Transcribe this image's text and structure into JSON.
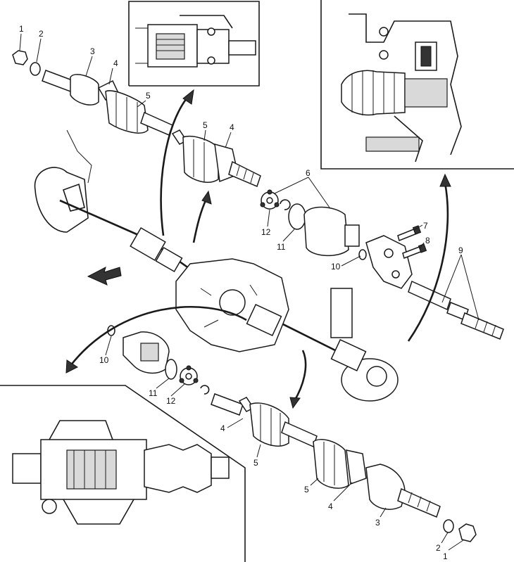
{
  "labels": {
    "l1": "1",
    "l2": "2",
    "l3": "3",
    "l4": "4",
    "l5": "5",
    "l6": "6",
    "l7": "7",
    "l8": "8",
    "l9": "9",
    "l10": "10",
    "l11": "11",
    "l12": "12"
  },
  "colors": {
    "ink": "#1a1a1a",
    "paper": "#ffffff",
    "shade": "#d9d9d9"
  }
}
